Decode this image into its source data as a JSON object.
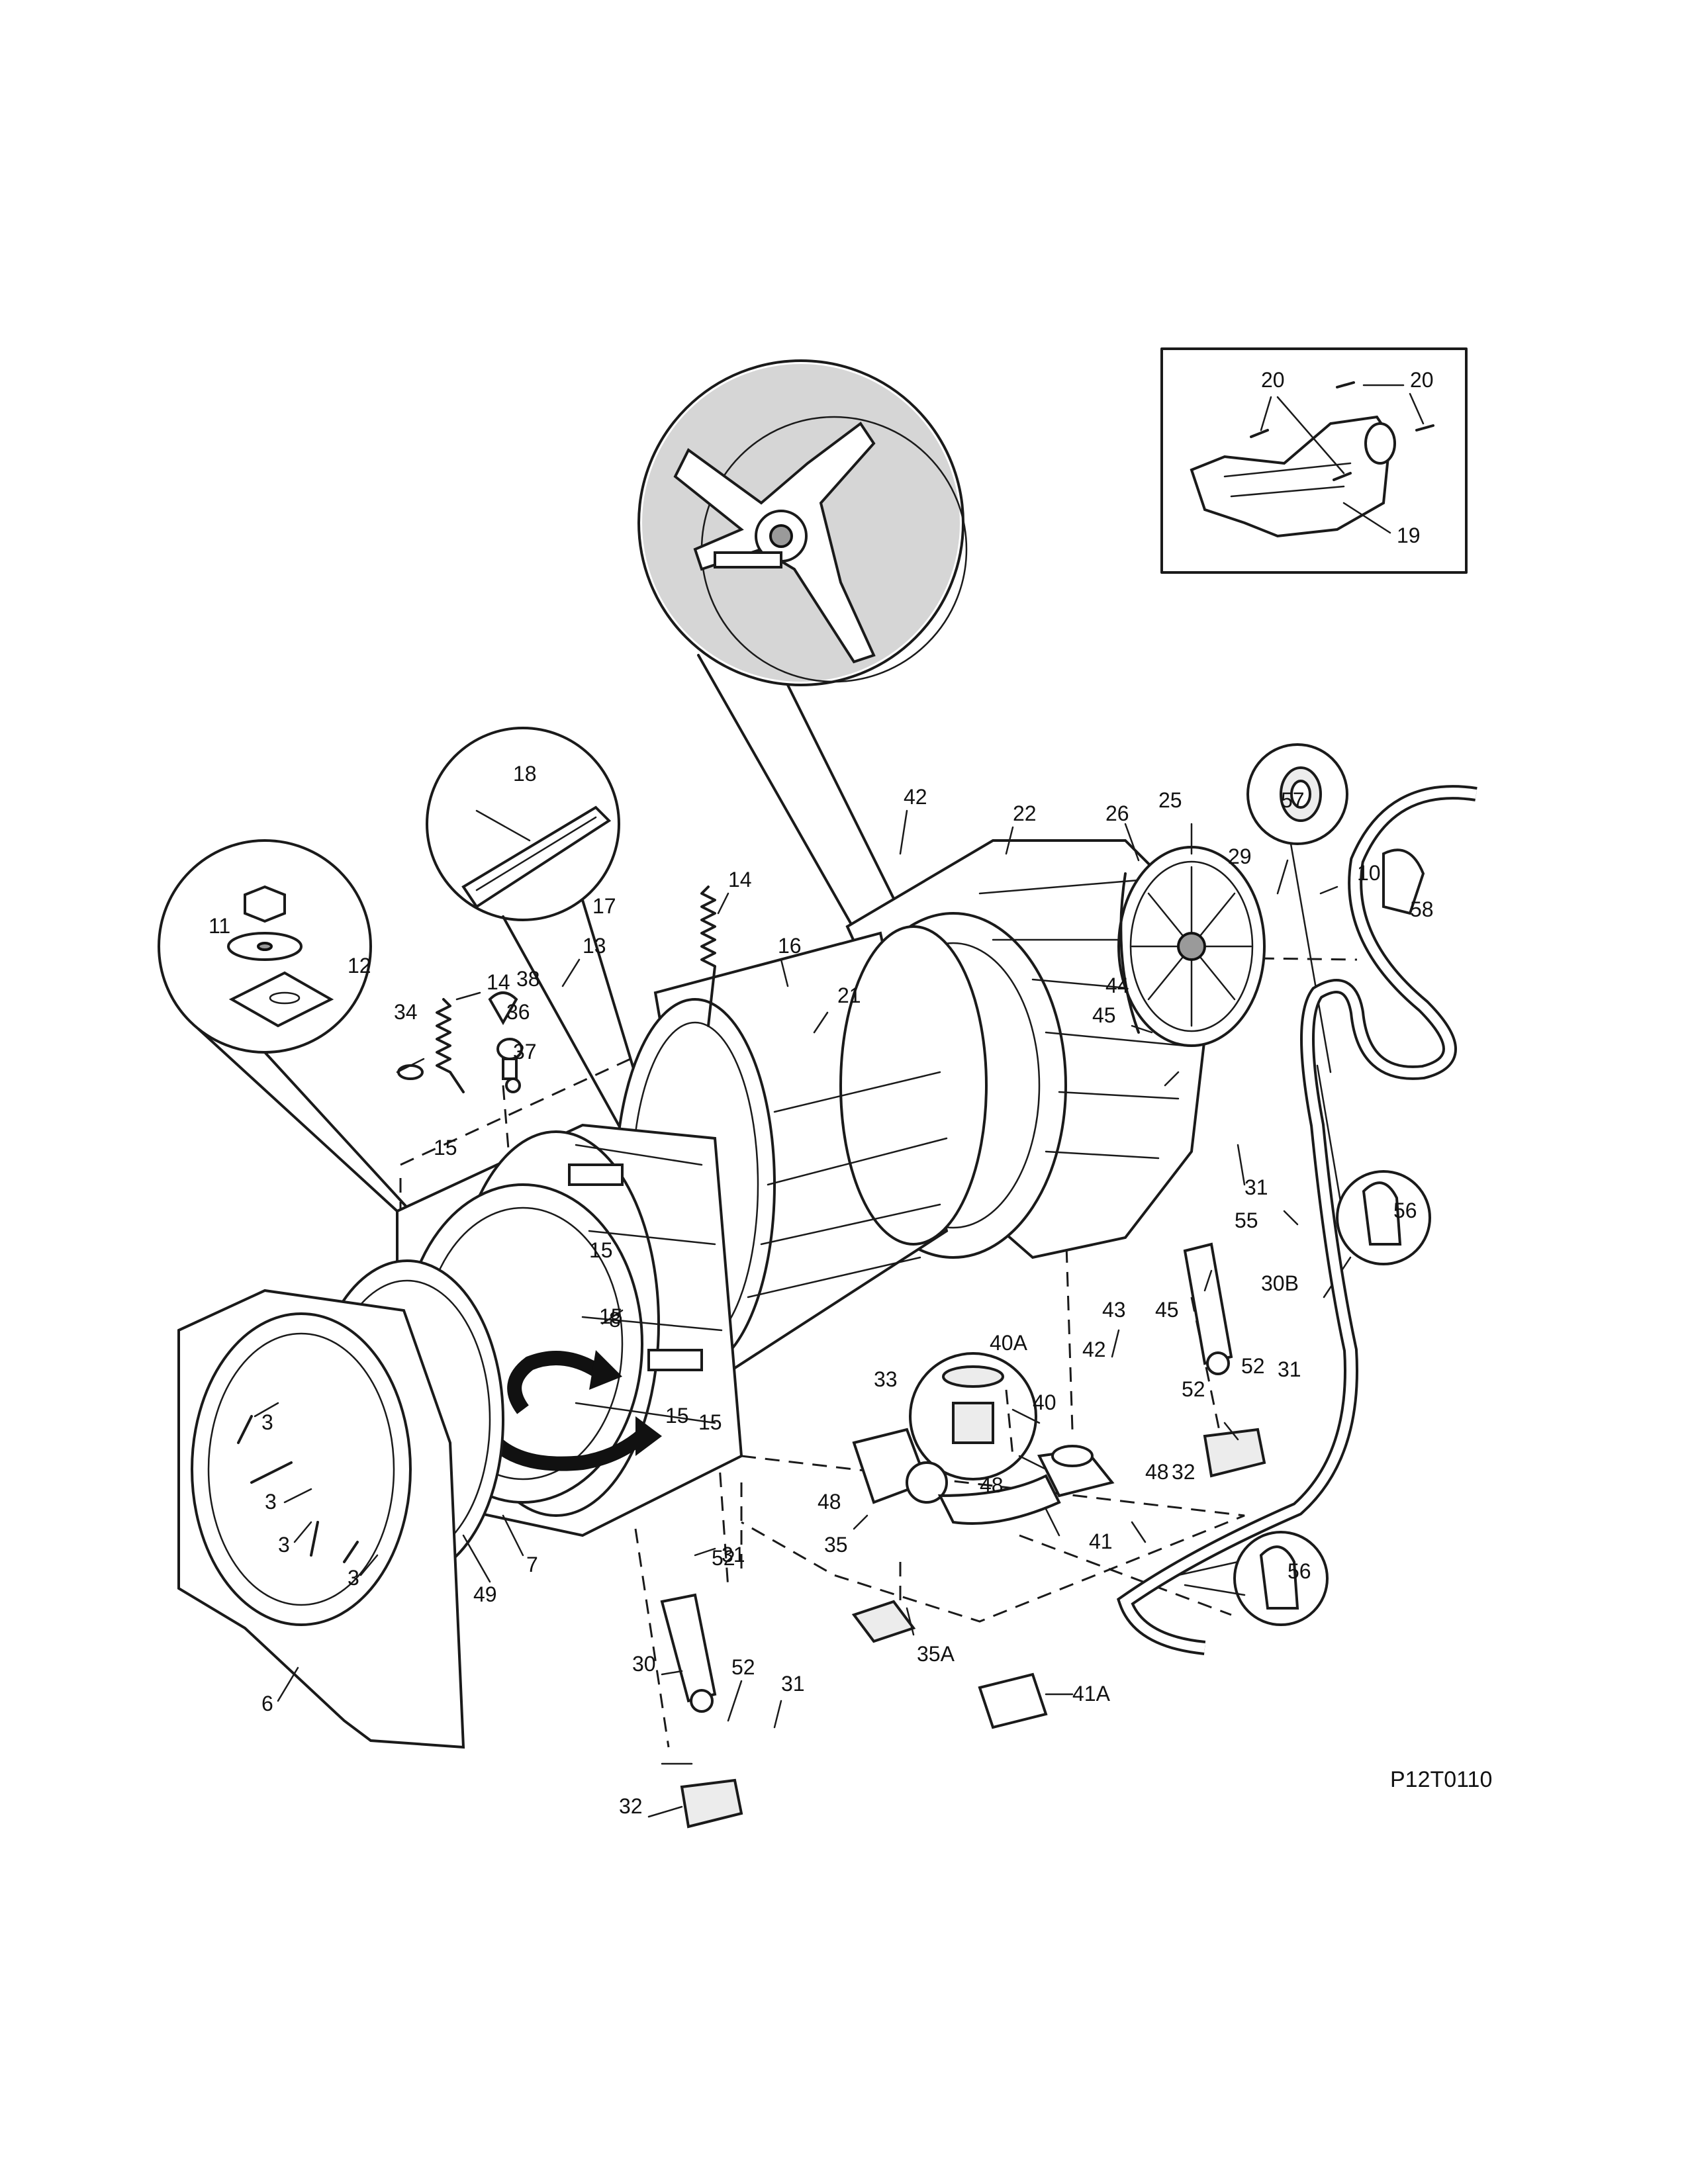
{
  "callouts": [
    {
      "t": "3"
    },
    {
      "t": "3"
    },
    {
      "t": "3"
    },
    {
      "t": "3"
    },
    {
      "t": "6"
    },
    {
      "t": "7"
    },
    {
      "t": "8"
    },
    {
      "t": "10"
    },
    {
      "t": "11"
    },
    {
      "t": "12"
    },
    {
      "t": "13"
    },
    {
      "t": "14"
    },
    {
      "t": "14"
    },
    {
      "t": "15"
    },
    {
      "t": "15"
    },
    {
      "t": "15"
    },
    {
      "t": "15"
    },
    {
      "t": "15"
    },
    {
      "t": "16"
    },
    {
      "t": "17"
    },
    {
      "t": "18"
    },
    {
      "t": "19"
    },
    {
      "t": "20"
    },
    {
      "t": "20"
    },
    {
      "t": "21"
    },
    {
      "t": "22"
    },
    {
      "t": "25"
    },
    {
      "t": "26"
    },
    {
      "t": "29"
    },
    {
      "t": "30"
    },
    {
      "t": "30B"
    },
    {
      "t": "31"
    },
    {
      "t": "31"
    },
    {
      "t": "31"
    },
    {
      "t": "31"
    },
    {
      "t": "32"
    },
    {
      "t": "32"
    },
    {
      "t": "33"
    },
    {
      "t": "34"
    },
    {
      "t": "35"
    },
    {
      "t": "35A"
    },
    {
      "t": "36"
    },
    {
      "t": "37"
    },
    {
      "t": "38"
    },
    {
      "t": "40"
    },
    {
      "t": "40A"
    },
    {
      "t": "41"
    },
    {
      "t": "41A"
    },
    {
      "t": "42"
    },
    {
      "t": "42"
    },
    {
      "t": "43"
    },
    {
      "t": "44"
    },
    {
      "t": "45"
    },
    {
      "t": "45"
    },
    {
      "t": "48"
    },
    {
      "t": "48"
    },
    {
      "t": "48"
    },
    {
      "t": "49"
    },
    {
      "t": "52"
    },
    {
      "t": "52"
    },
    {
      "t": "52"
    },
    {
      "t": "52"
    },
    {
      "t": "55"
    },
    {
      "t": "56"
    },
    {
      "t": "56"
    },
    {
      "t": "57"
    },
    {
      "t": "58"
    }
  ],
  "diagram_code": "P12T0110"
}
